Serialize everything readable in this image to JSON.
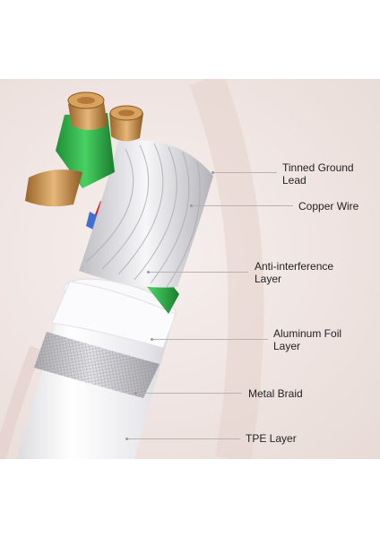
{
  "labels": {
    "tinned_ground_lead": [
      "Tinned Ground",
      "Lead"
    ],
    "copper_wire": "Copper Wire",
    "anti_interference": [
      "Anti-interference",
      "Layer"
    ],
    "aluminum_foil": [
      "Aluminum Foil",
      "Layer"
    ],
    "metal_braid": "Metal Braid",
    "tpe_layer": "TPE Layer"
  },
  "colors": {
    "wire_green": "#2fb54a",
    "wire_red": "#d9292e",
    "wire_blue": "#3f6fd1",
    "copper": "#c98f4a",
    "braid": "#c8c8cc",
    "jacket": "#f4f4f6",
    "background": "#efe4e1"
  }
}
